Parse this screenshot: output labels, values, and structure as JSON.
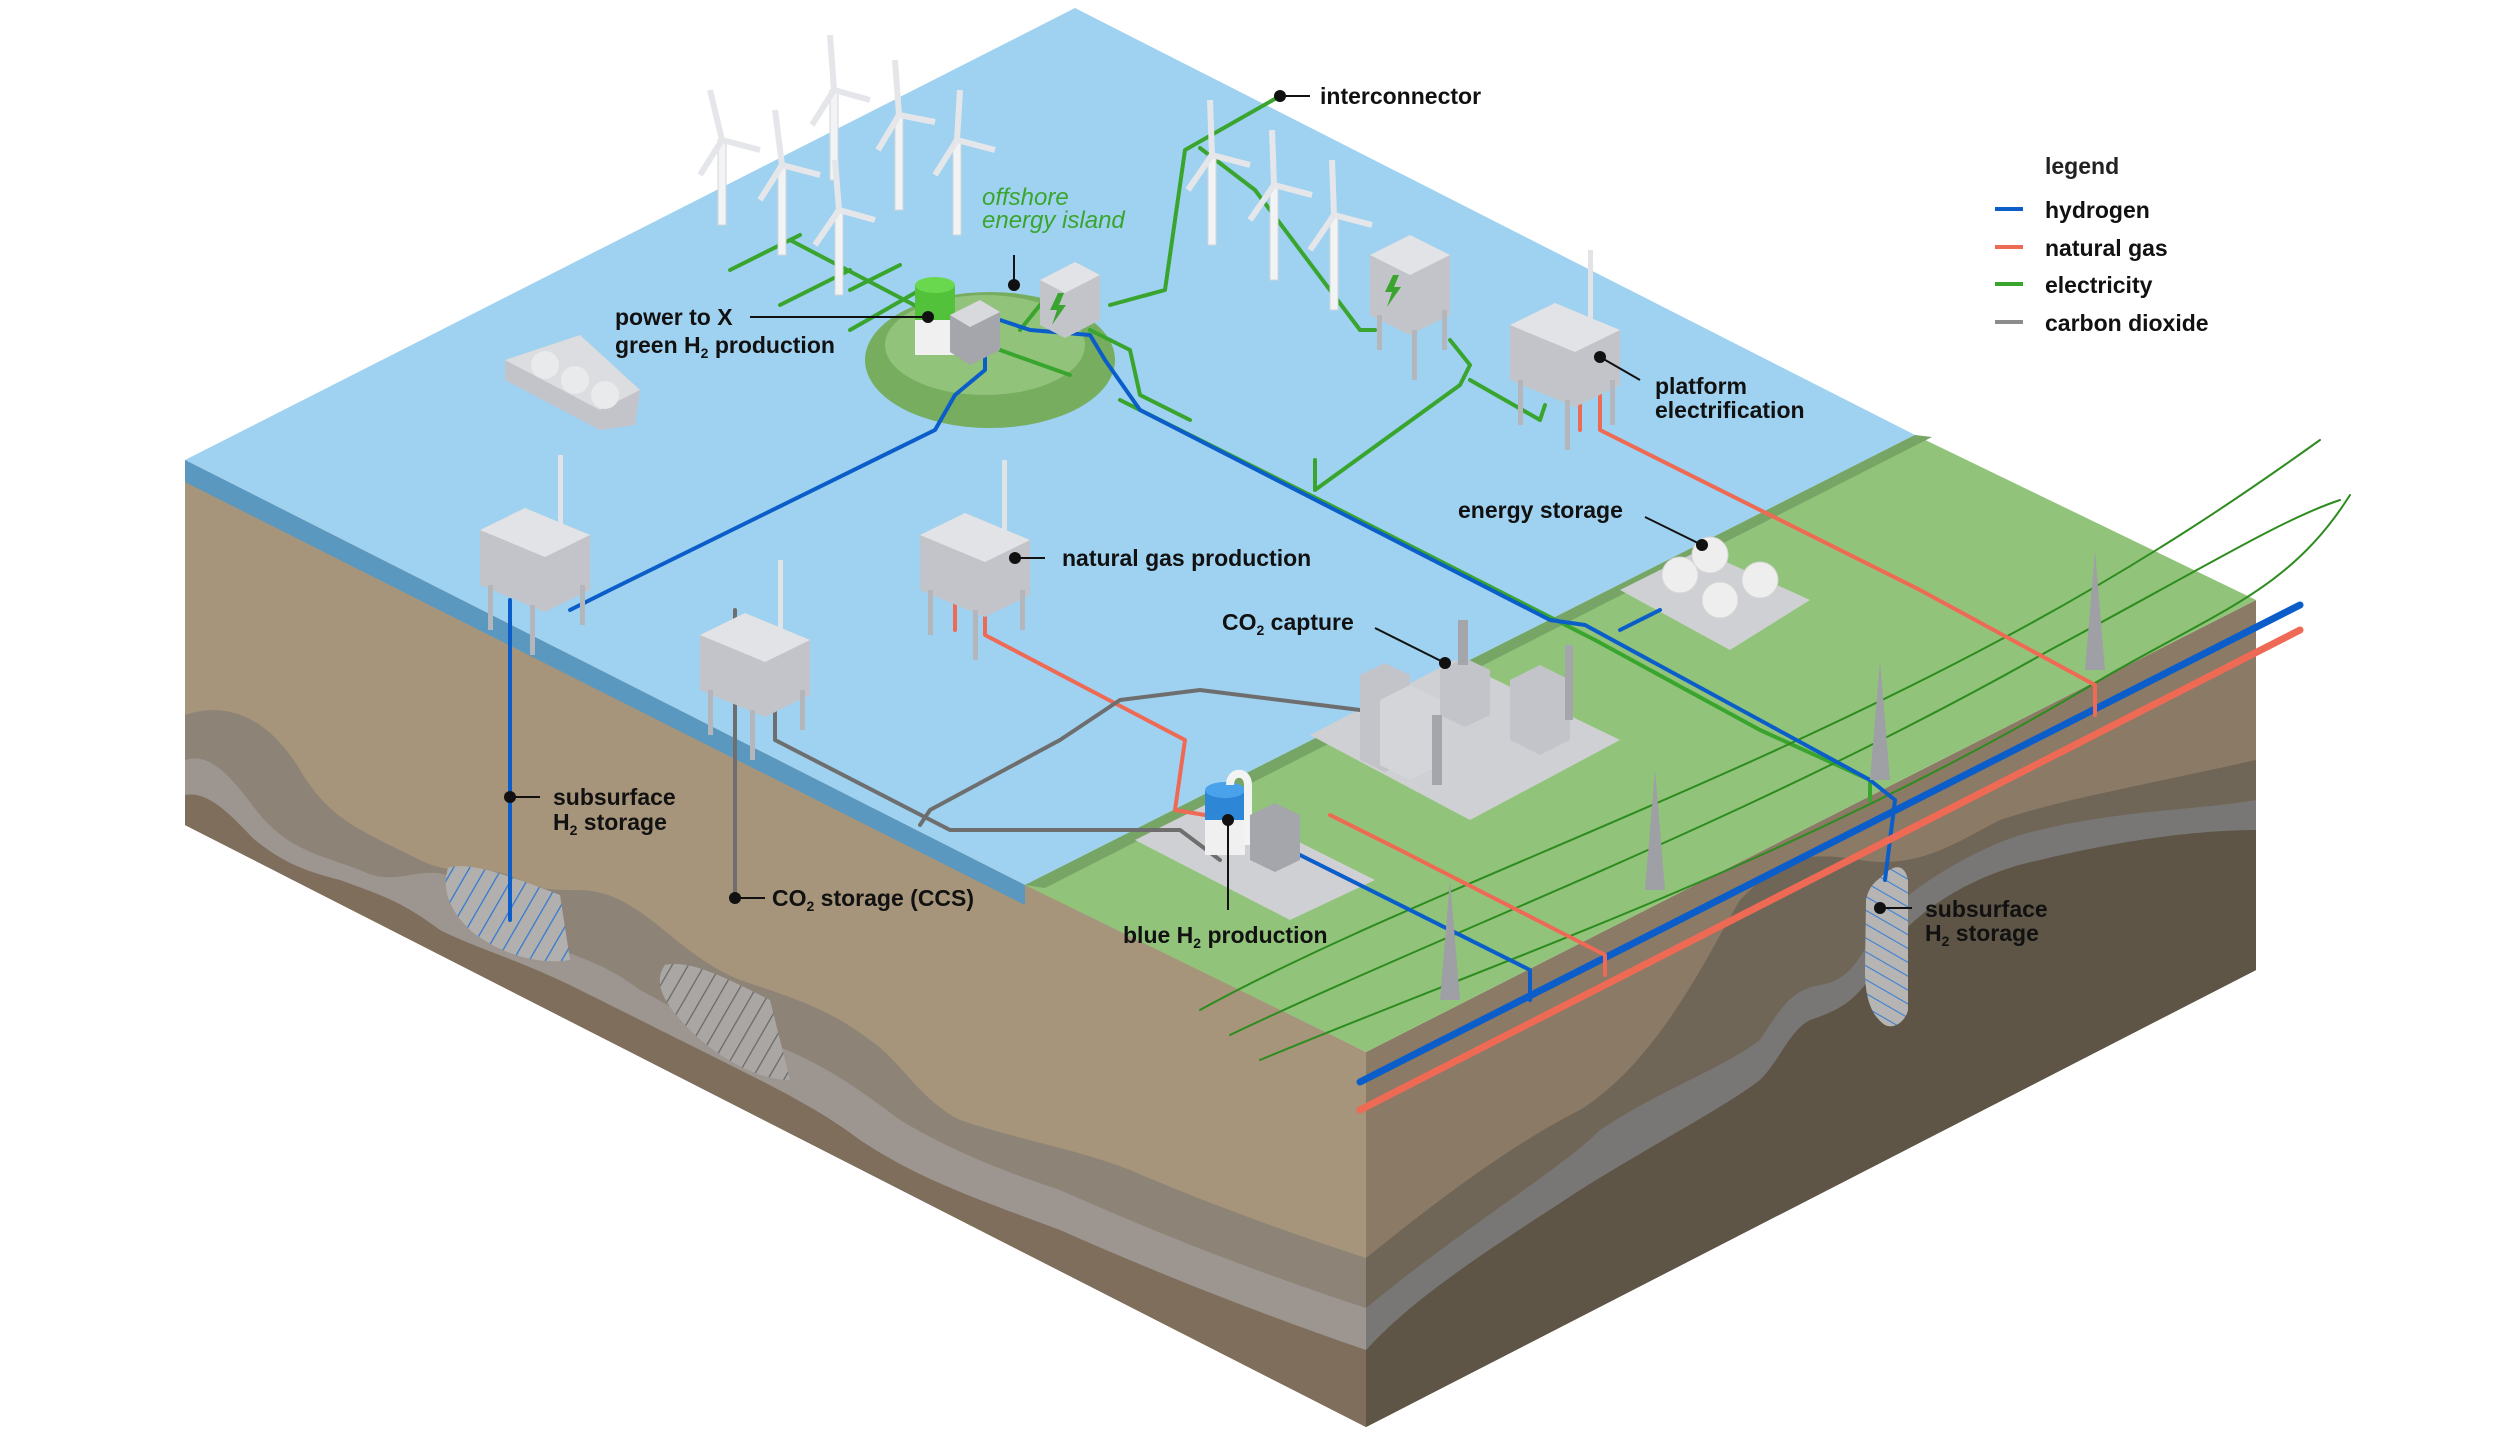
{
  "diagram": {
    "title": "Offshore and onshore energy system: hydrogen, natural gas, electricity and CO2 flows",
    "colors": {
      "hydrogen": "#0b5ec9",
      "natural_gas": "#ef6a55",
      "electricity": "#3aa52e",
      "carbon_dioxide": "#6e6e6e",
      "sea": "#9fd2f0",
      "sea_edge": "#5b98bf",
      "land": "#91c47a",
      "land_edge": "#76a565",
      "soil_top": "#a6957a",
      "soil_right": "#8b7a66",
      "rock_mid": "#8d8477",
      "rock_light": "#9c9590",
      "rock_dark": "#7e6e5b",
      "rock_darkest": "#5e5546",
      "structure": "#c9cacf"
    },
    "legend": {
      "title": "legend",
      "items": [
        {
          "label": "hydrogen",
          "color": "#0b5ec9"
        },
        {
          "label": "natural gas",
          "color": "#ef6a55"
        },
        {
          "label": "electricity",
          "color": "#3aa52e"
        },
        {
          "label": "carbon dioxide",
          "color": "#8c8c8c"
        }
      ]
    },
    "labels": {
      "interconnector": "interconnector",
      "island_line1": "offshore",
      "island_line2": "energy island",
      "ptx_line1": "power to X",
      "ptx_line2_pre": "green H",
      "ptx_line2_sub": "2",
      "ptx_line2_post": " production",
      "platform_elec_line1": "platform",
      "platform_elec_line2": "electrification",
      "energy_storage": "energy storage",
      "ng_production": "natural gas production",
      "co2_capture_pre": "CO",
      "co2_capture_sub": "2",
      "co2_capture_post": " capture",
      "sub_h2_left_line1": "subsurface",
      "sub_h2_left_line2_pre": "H",
      "sub_h2_left_line2_sub": "2",
      "sub_h2_left_line2_post": " storage",
      "co2_storage_pre": "CO",
      "co2_storage_sub": "2",
      "co2_storage_post": " storage (CCS)",
      "blue_h2_pre": "blue H",
      "blue_h2_sub": "2",
      "blue_h2_post": " production",
      "sub_h2_right_line1": "subsurface",
      "sub_h2_right_line2_pre": "H",
      "sub_h2_right_line2_sub": "2",
      "sub_h2_right_line2_post": " storage"
    }
  }
}
